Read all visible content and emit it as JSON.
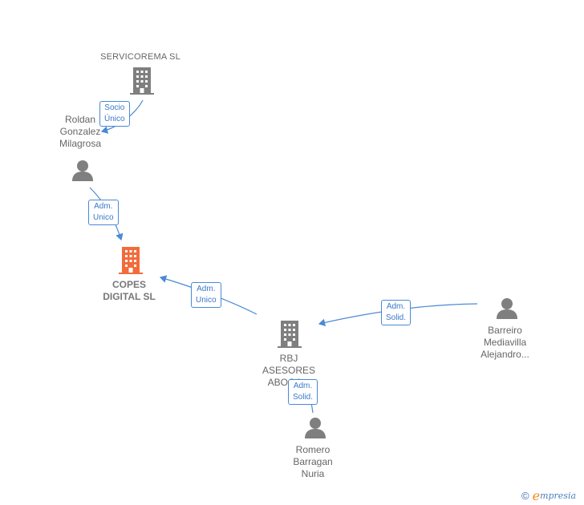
{
  "nodes": {
    "servicorema": {
      "name": "SERVICOREMA SL",
      "type": "company"
    },
    "roldan": {
      "name": "Roldan\nGonzalez\nMilagrosa",
      "type": "person"
    },
    "copes": {
      "name": "COPES\nDIGITAL  SL",
      "type": "company-main"
    },
    "rbj": {
      "name": "RBJ\nASESORES\nABOGA...",
      "type": "company"
    },
    "barreiro": {
      "name": "Barreiro\nMediavilla\nAlejandro...",
      "type": "person"
    },
    "romero": {
      "name": "Romero\nBarragan\nNuria",
      "type": "person"
    }
  },
  "edges": {
    "servicorema_roldan": "Socio\nÚnico",
    "roldan_copes": "Adm.\nUnico",
    "rbj_copes": "Adm.\nUnico",
    "barreiro_rbj": "Adm.\nSolid.",
    "romero_rbj": "Adm.\nSolid."
  },
  "colors": {
    "edge": "#4a89d6",
    "node_icon": "#7f7f7f",
    "main_icon": "#f26b3a"
  },
  "footer": {
    "symbol": "©",
    "e": "e",
    "brand": "mpresia"
  }
}
